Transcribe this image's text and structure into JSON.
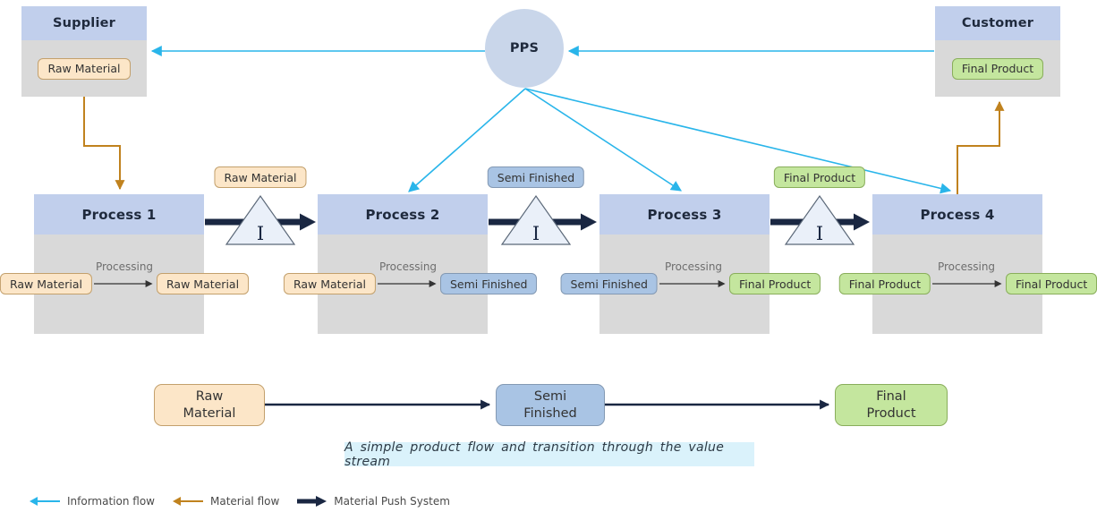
{
  "colors": {
    "info": "#29b5ea",
    "material": "#c0821e",
    "push": "#1a2742",
    "header_blue": "#c1cfec",
    "body_gray": "#d9d9d9",
    "pps_fill": "#c9d6ea",
    "peach_fill": "#fce6c8",
    "peach_border": "#c3a06c",
    "blue_fill": "#a9c4e4",
    "blue_border": "#8399b3",
    "green_fill": "#c4e69e",
    "green_border": "#89ae5b",
    "triangle_fill": "#eaf0f9",
    "triangle_border": "#5b6878",
    "title_text": "#1f2a3d",
    "caption_bg": "#daf2fb"
  },
  "supplier": {
    "title": "Supplier",
    "item": "Raw Material"
  },
  "customer": {
    "title": "Customer",
    "item": "Final Product"
  },
  "pps": {
    "label": "PPS"
  },
  "processes": [
    {
      "title": "Process 1",
      "input": "Raw Material",
      "action": "Processing",
      "output": "Raw Material"
    },
    {
      "title": "Process 2",
      "input": "Raw Material",
      "action": "Processing",
      "output": "Semi Finished"
    },
    {
      "title": "Process 3",
      "input": "Semi Finished",
      "action": "Processing",
      "output": "Final Product"
    },
    {
      "title": "Process 4",
      "input": "Final Product",
      "action": "Processing",
      "output": "Final Product"
    }
  ],
  "inventories": [
    {
      "label": "Raw Material",
      "symbol": "I"
    },
    {
      "label": "Semi Finished",
      "symbol": "I"
    },
    {
      "label": "Final Product",
      "symbol": "I"
    }
  ],
  "bottom_flow": [
    {
      "label": "Raw\nMaterial"
    },
    {
      "label": "Semi\nFinished"
    },
    {
      "label": "Final\nProduct"
    }
  ],
  "caption": "A simple product flow and transition through the value stream",
  "legend": [
    {
      "label": "Information flow"
    },
    {
      "label": "Material flow"
    },
    {
      "label": "Material Push System"
    }
  ]
}
